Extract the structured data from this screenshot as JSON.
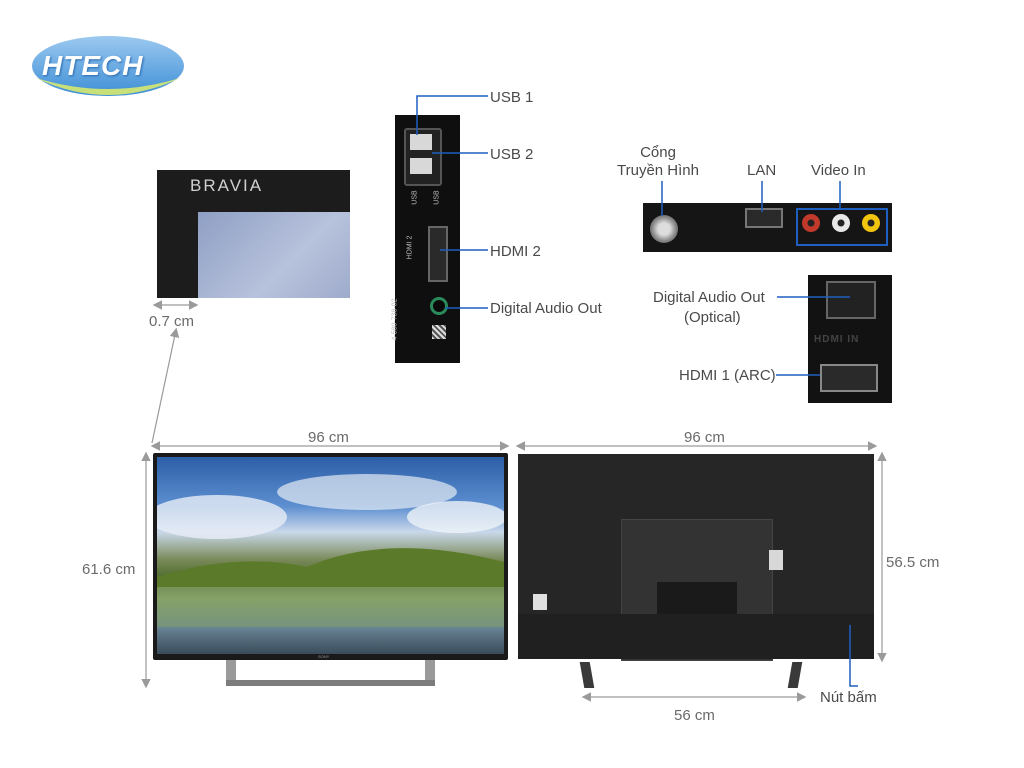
{
  "brand": {
    "logo_text": "HTECH"
  },
  "bravia_inset": {
    "brand_text": "BRAVIA",
    "bezel_dimension": "0.7 cm"
  },
  "side_ports": {
    "usb1": "USB 1",
    "usb2": "USB 2",
    "hdmi2": "HDMI 2",
    "digital_audio_out": "Digital Audio Out",
    "panel_text": {
      "usb_a": "USB",
      "usb_b": "USB",
      "hdmi": "HDMI 2",
      "serial": "4-580-738-02"
    }
  },
  "rear_ports": {
    "antenna_line1": "Cổng",
    "antenna_line2": "Truyền Hình",
    "lan": "LAN",
    "video_in": "Video In",
    "optical_line1": "Digital Audio Out",
    "optical_line2": "(Optical)",
    "hdmi1_arc": "HDMI 1 (ARC)",
    "panel_text": "HDMI IN"
  },
  "front_view": {
    "width": "96 cm",
    "height": "61.6 cm",
    "brand_text": "SONY"
  },
  "back_view": {
    "width": "96 cm",
    "height": "56.5 cm",
    "stand_width": "56 cm",
    "buttons": "Nút bấm"
  },
  "colors": {
    "callout_line": "#1f5fbf",
    "dimension_line": "#9a9a9a",
    "port_highlight": "#1f5fbf",
    "logo_blue": "#3e8fd6"
  }
}
